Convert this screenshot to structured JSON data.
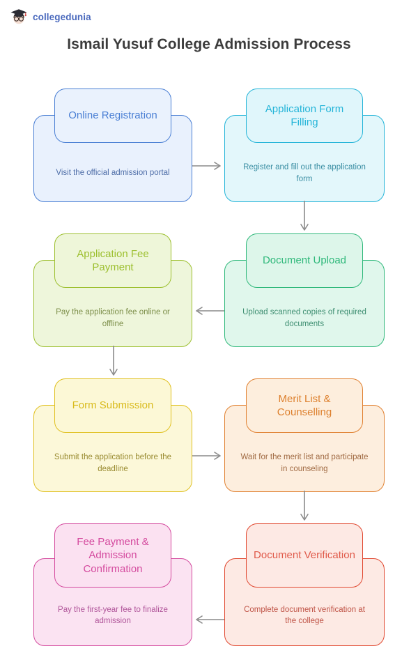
{
  "brand": {
    "name": "collegedunia",
    "logo_icon": "graduation-cap-avatar-icon",
    "color": "#4a69bd"
  },
  "header": {
    "title": "Ismail Yusuf College Admission Process"
  },
  "flow": {
    "arrow_color": "#8a8a8a",
    "steps": [
      {
        "id": "online-registration",
        "title": "Online Registration",
        "description": "Visit the official admission portal",
        "stroke": "#4a7fd4",
        "fill_body": "#e9f1fd",
        "fill_pill": "#eaf2fd",
        "title_color": "#4a7fd4",
        "desc_color": "#4f6ea8"
      },
      {
        "id": "application-form-filling",
        "title": "Application Form Filling",
        "description": "Register and fill out the application form",
        "stroke": "#23b4d8",
        "fill_body": "#e3f7fb",
        "fill_pill": "#e0f6fb",
        "title_color": "#23b4d8",
        "desc_color": "#3a8ea3"
      },
      {
        "id": "application-fee-payment",
        "title": "Application Fee Payment",
        "description": "Pay the application fee online or offline",
        "stroke": "#9cbf2e",
        "fill_body": "#eef6db",
        "fill_pill": "#eef6d9",
        "title_color": "#9cbf2e",
        "desc_color": "#7d8f4a"
      },
      {
        "id": "document-upload",
        "title": "Document Upload",
        "description": "Upload scanned copies of required documents",
        "stroke": "#2eb87a",
        "fill_body": "#e0f7ec",
        "fill_pill": "#ddf6ea",
        "title_color": "#2eb87a",
        "desc_color": "#3f8f72"
      },
      {
        "id": "form-submission",
        "title": "Form Submission",
        "description": "Submit the application before the deadline",
        "stroke": "#e0c020",
        "fill_body": "#fcf8d9",
        "fill_pill": "#fcf8d6",
        "title_color": "#d9bb1e",
        "desc_color": "#9a8c32"
      },
      {
        "id": "merit-list-counselling",
        "title": "Merit List & Counselling",
        "description": "Wait for the merit list and participate in counseling",
        "stroke": "#e08030",
        "fill_body": "#fdeede",
        "fill_pill": "#fdeedd",
        "title_color": "#dd7f2c",
        "desc_color": "#a06a43"
      },
      {
        "id": "fee-payment-admission-confirmation",
        "title": "Fee Payment & Admission Confirmation",
        "description": "Pay the first-year fee to finalize admission",
        "stroke": "#d44a9e",
        "fill_body": "#fbe3f2",
        "fill_pill": "#fbe1f1",
        "title_color": "#d44a9e",
        "desc_color": "#b0559a"
      },
      {
        "id": "document-verification",
        "title": "Document Verification",
        "description": "Complete document verification at the college",
        "stroke": "#e0472f",
        "fill_body": "#fdeae4",
        "fill_pill": "#fde9e4",
        "title_color": "#e05a4a",
        "desc_color": "#c05548"
      }
    ],
    "connectors": [
      {
        "id": "connector-1-to-2",
        "direction": "right"
      },
      {
        "id": "connector-2-to-3",
        "direction": "down"
      },
      {
        "id": "connector-3-to-4",
        "direction": "left"
      },
      {
        "id": "connector-4-to-5",
        "direction": "down"
      },
      {
        "id": "connector-5-to-6",
        "direction": "right"
      },
      {
        "id": "connector-6-to-7",
        "direction": "down"
      },
      {
        "id": "connector-7-to-8",
        "direction": "left"
      }
    ]
  }
}
